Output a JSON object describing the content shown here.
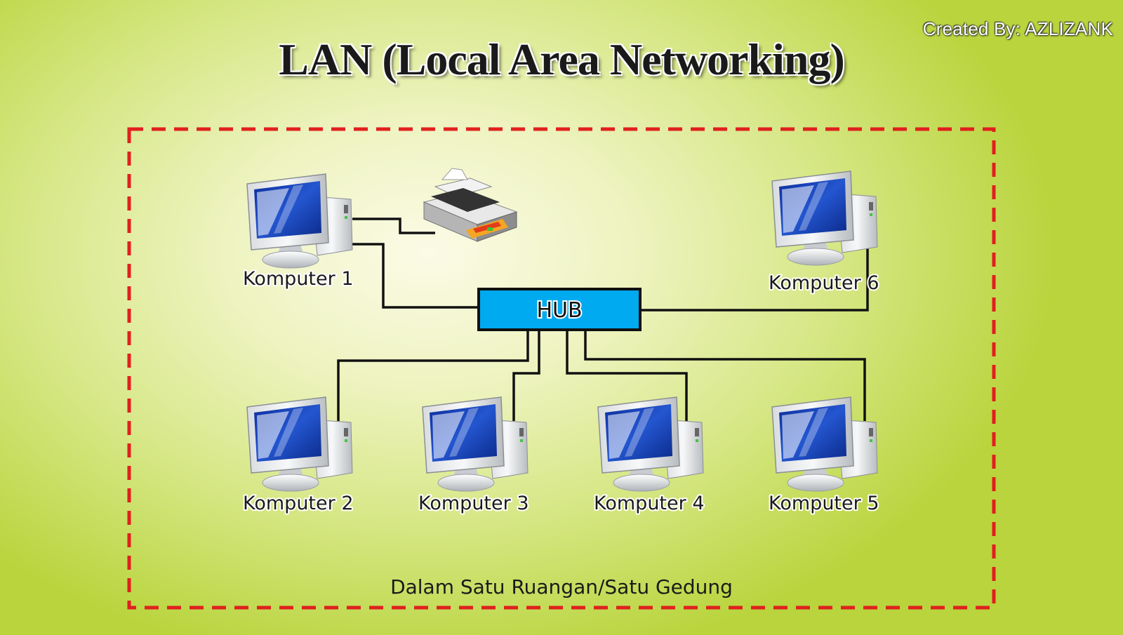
{
  "header": {
    "title": "LAN (Local Area Networking)",
    "credit": "Created By: AZLIZANK"
  },
  "boundary": {
    "caption": "Dalam Satu Ruangan/Satu Gedung",
    "border_color": "#e0201e"
  },
  "hub": {
    "label": "HUB",
    "color": "#00aaf0"
  },
  "computers": [
    {
      "label": "Komputer 1"
    },
    {
      "label": "Komputer 2"
    },
    {
      "label": "Komputer 3"
    },
    {
      "label": "Komputer 4"
    },
    {
      "label": "Komputer 5"
    },
    {
      "label": "Komputer 6"
    }
  ],
  "printer": {
    "icon": "printer-icon"
  },
  "icons": {
    "computer": "computer-monitor-icon",
    "printer": "printer-icon"
  },
  "colors": {
    "screen": "#1a44b8",
    "wire": "#111111"
  }
}
